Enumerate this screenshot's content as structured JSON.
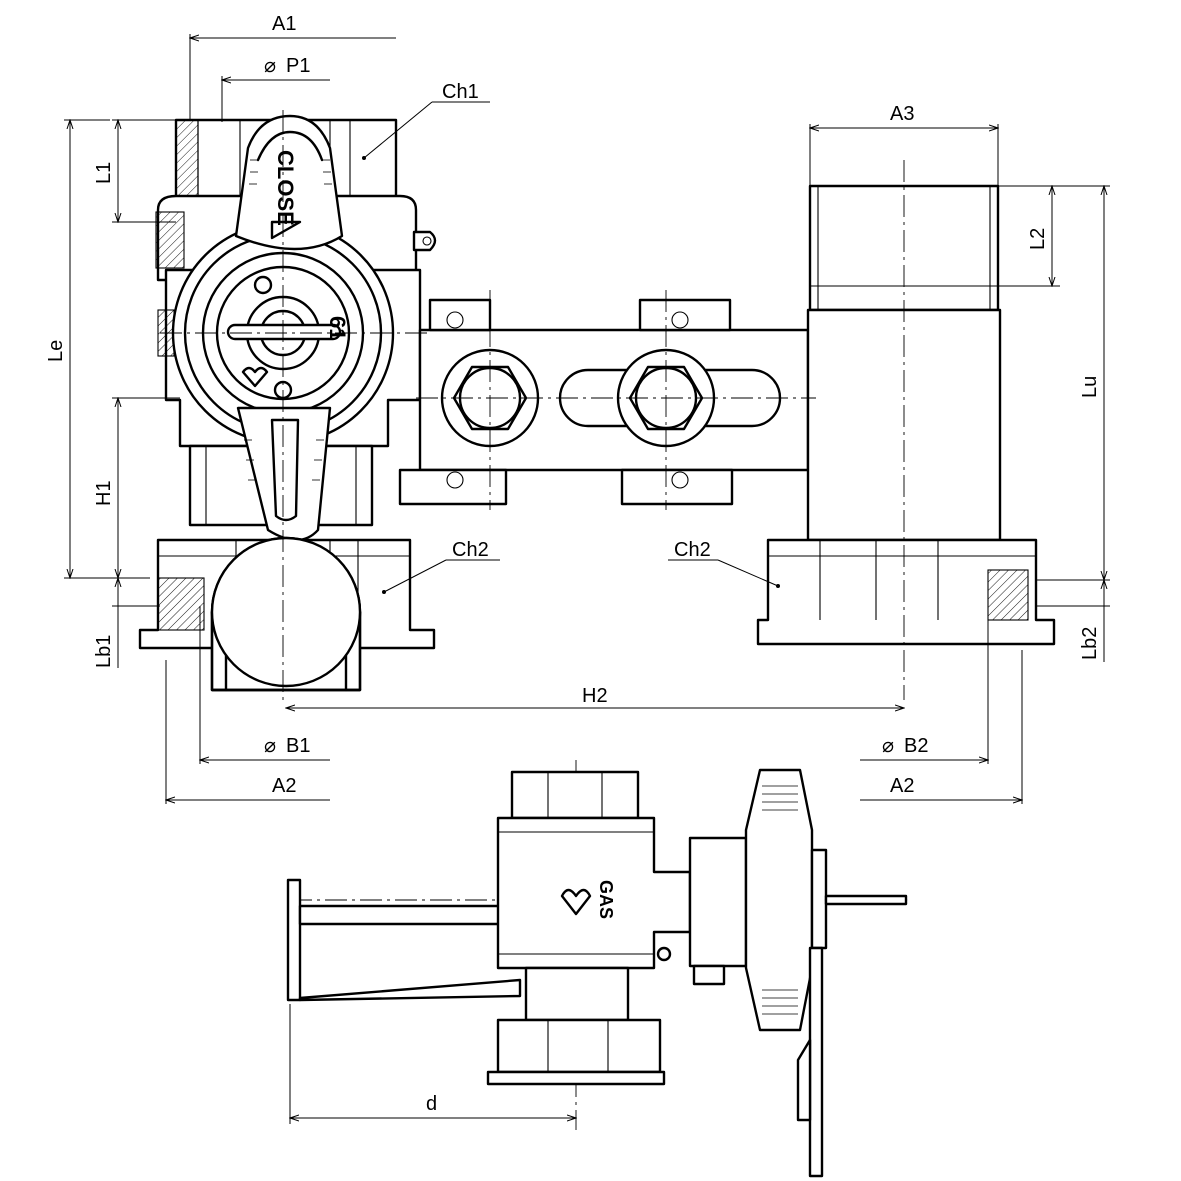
{
  "diagram": {
    "dimension_labels": {
      "a1": "A1",
      "p1": "P1",
      "ch1": "Ch1",
      "l1": "L1",
      "a3": "A3",
      "l2": "L2",
      "le": "Le",
      "lu": "Lu",
      "h1": "H1",
      "ch2_left": "Ch2",
      "ch2_right": "Ch2",
      "lb1": "Lb1",
      "lb2": "Lb2",
      "h2": "H2",
      "b1": "B1",
      "b2": "B2",
      "a2_left": "A2",
      "a2_right": "A2",
      "d": "d"
    },
    "diameter_symbol": "⌀",
    "part_text": {
      "handle": "CLOSE",
      "dial": "61",
      "side": "GAS"
    }
  }
}
